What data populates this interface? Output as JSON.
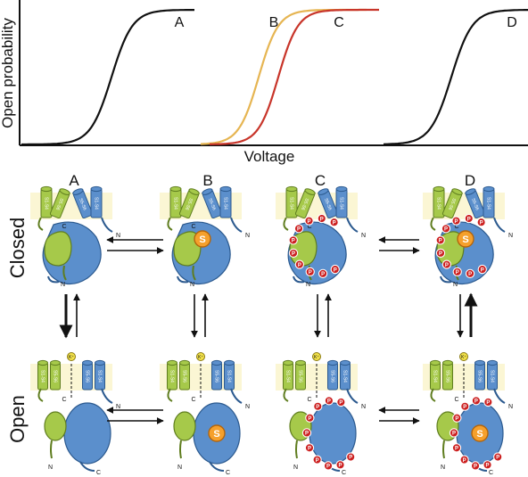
{
  "plot": {
    "ylabel": "Open probability",
    "xlabel": "Voltage",
    "curve_labels": [
      "A",
      "B",
      "C",
      "D"
    ],
    "curve_colors": [
      "#111111",
      "#e6b552",
      "#c8352a",
      "#111111"
    ]
  },
  "states": {
    "columns": [
      "A",
      "B",
      "C",
      "D"
    ],
    "rows": [
      "Closed",
      "Open"
    ],
    "segment_left_outer": "S1-S4",
    "segment_left_inner": "S5-S6",
    "segment_right_inner": "S5-S6",
    "segment_right_outer": "S1-S4",
    "terminus_n": "N",
    "terminus_c": "C",
    "ion_symbol": "K⁺",
    "ligand_symbol": "S",
    "phospho_symbol": "P"
  },
  "colors": {
    "green": "#a6c94a",
    "green_dark": "#5f7d1f",
    "blue": "#5b8fcc",
    "blue_dark": "#2c5a8f",
    "membrane": "#fbf6d4",
    "ligand": "#f5a02c",
    "phospho": "#cc2020",
    "ion": "#f2e14a"
  }
}
